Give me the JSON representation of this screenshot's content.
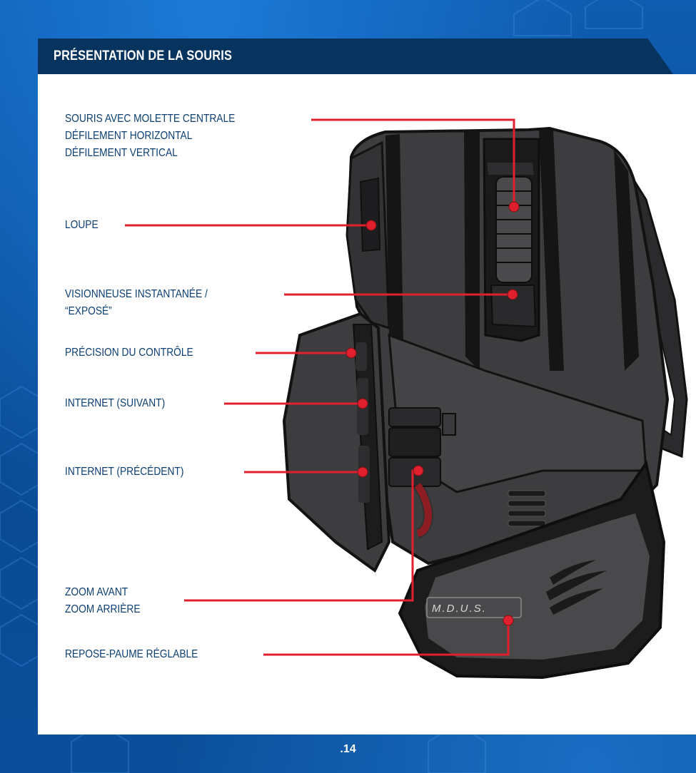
{
  "header": {
    "title": "PRÉSENTATION DE LA SOURIS"
  },
  "callouts": {
    "wheel": [
      "SOURIS AVEC MOLETTE CENTRALE",
      "DÉFILEMENT HORIZONTAL",
      "DÉFILEMENT VERTICAL"
    ],
    "magnifier": [
      "LOUPE"
    ],
    "instant_viewer": [
      "VISIONNEUSE INSTANTANÉE /",
      "“EXPOSÉ”"
    ],
    "precision": [
      "PRÉCISION DU CONTRÔLE"
    ],
    "internet_next": [
      "INTERNET (SUIVANT)"
    ],
    "internet_prev": [
      "INTERNET (PRÉCÉDENT)"
    ],
    "zoom": [
      "ZOOM AVANT",
      "ZOOM ARRIÈRE"
    ],
    "palm_rest": [
      "REPOSE-PAUME RÉGLABLE"
    ]
  },
  "product_logo": "M.D.U.S.",
  "footer": {
    "page_number": ".14"
  },
  "colors": {
    "background": "#0d4f9c",
    "header": "#07335f",
    "label_text": "#0d3f73",
    "leader_line": "#e0202c",
    "mouse_body": "#3d3d3f",
    "mouse_dark": "#151516"
  }
}
